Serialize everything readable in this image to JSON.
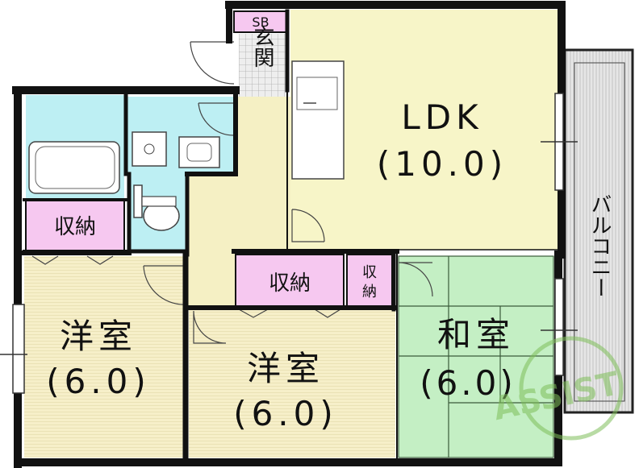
{
  "floorplan": {
    "rooms": {
      "ldk": {
        "name": "LDK",
        "size": "(10.0)"
      },
      "western_room_1": {
        "name": "洋室",
        "size": "(6.0)"
      },
      "western_room_2": {
        "name": "洋室",
        "size": "(6.0)"
      },
      "japanese_room": {
        "name": "和室",
        "size": "(6.0)"
      },
      "balcony": {
        "name": "バルコニー"
      },
      "entrance": {
        "name": "玄関"
      },
      "shoe_box": {
        "name": "SB"
      },
      "storage_bath": {
        "name": "収納"
      },
      "storage_center": {
        "name": "収納"
      },
      "storage_small_line1": "収",
      "storage_small_line2": "納"
    },
    "logo": {
      "text": "ASSIST"
    },
    "colors": {
      "ldk": "#f7f5c8",
      "western": "#f6efc9",
      "hall": "#f5f0c4",
      "wet_area": "#bdeff3",
      "storage": "#f6c8f0",
      "tatami": "#c4efc4",
      "balcony": "#e6e6e6",
      "wall": "#111111",
      "logo": "#7fbf5a"
    }
  }
}
